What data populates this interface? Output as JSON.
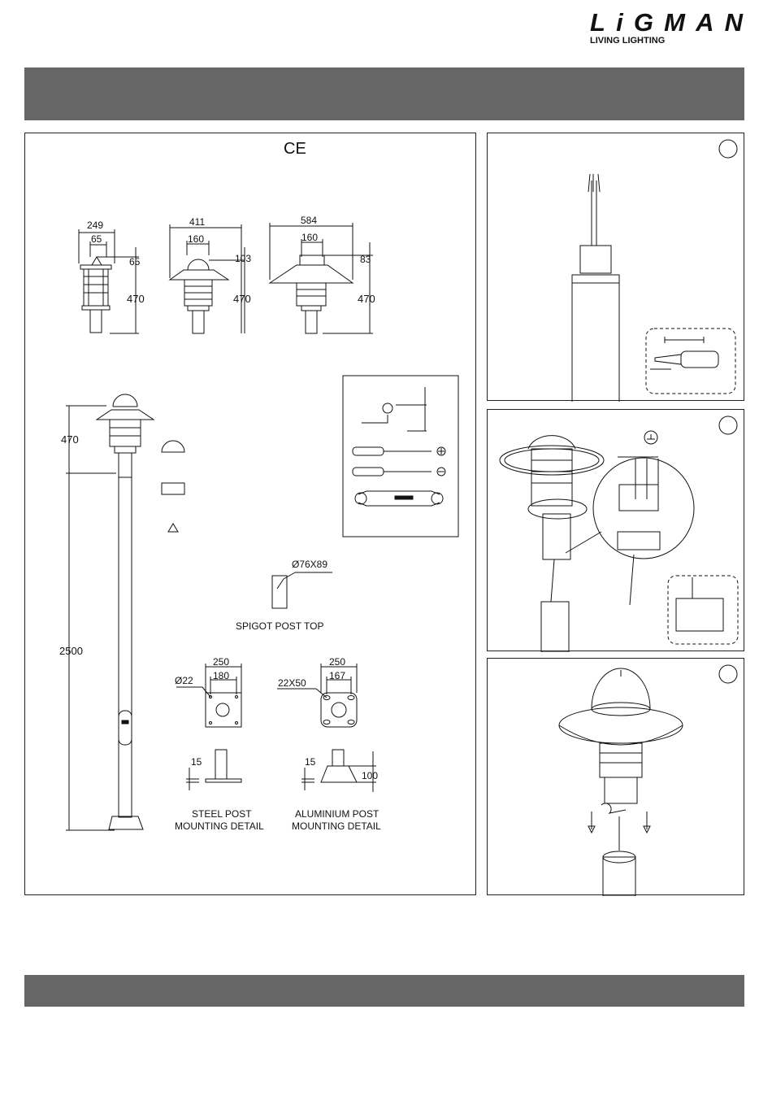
{
  "brand": {
    "name": "LiGMAN",
    "tagline": "LIVING LIGHTING"
  },
  "marks": {
    "ce": "CE"
  },
  "colors": {
    "header_bar": "#666666",
    "line": "#111111"
  },
  "top_views": [
    {
      "width": "249",
      "inner": "65",
      "cap": "65",
      "height": "470"
    },
    {
      "width": "411",
      "inner": "160",
      "cap": "103",
      "height": "470"
    },
    {
      "width": "584",
      "inner": "160",
      "cap": "83",
      "height": "470"
    }
  ],
  "post": {
    "lantern_height": "470",
    "post_height": "2500"
  },
  "spigot": {
    "size": "Ø76X89",
    "label": "SPIGOT POST TOP"
  },
  "steel_base": {
    "width": "250",
    "bolt_spacing": "180",
    "hole": "Ø22",
    "plate": "15",
    "label_line1": "STEEL POST",
    "label_line2": "MOUNTING DETAIL"
  },
  "alu_base": {
    "width": "250",
    "bolt_spacing": "167",
    "slot": "22X50",
    "plate": "15",
    "height": "100",
    "label_line1": "ALUMINIUM POST",
    "label_line2": "MOUNTING DETAIL"
  },
  "tools": [
    "hex-key",
    "phillips-screwdriver",
    "flat-screwdriver",
    "spanner"
  ]
}
